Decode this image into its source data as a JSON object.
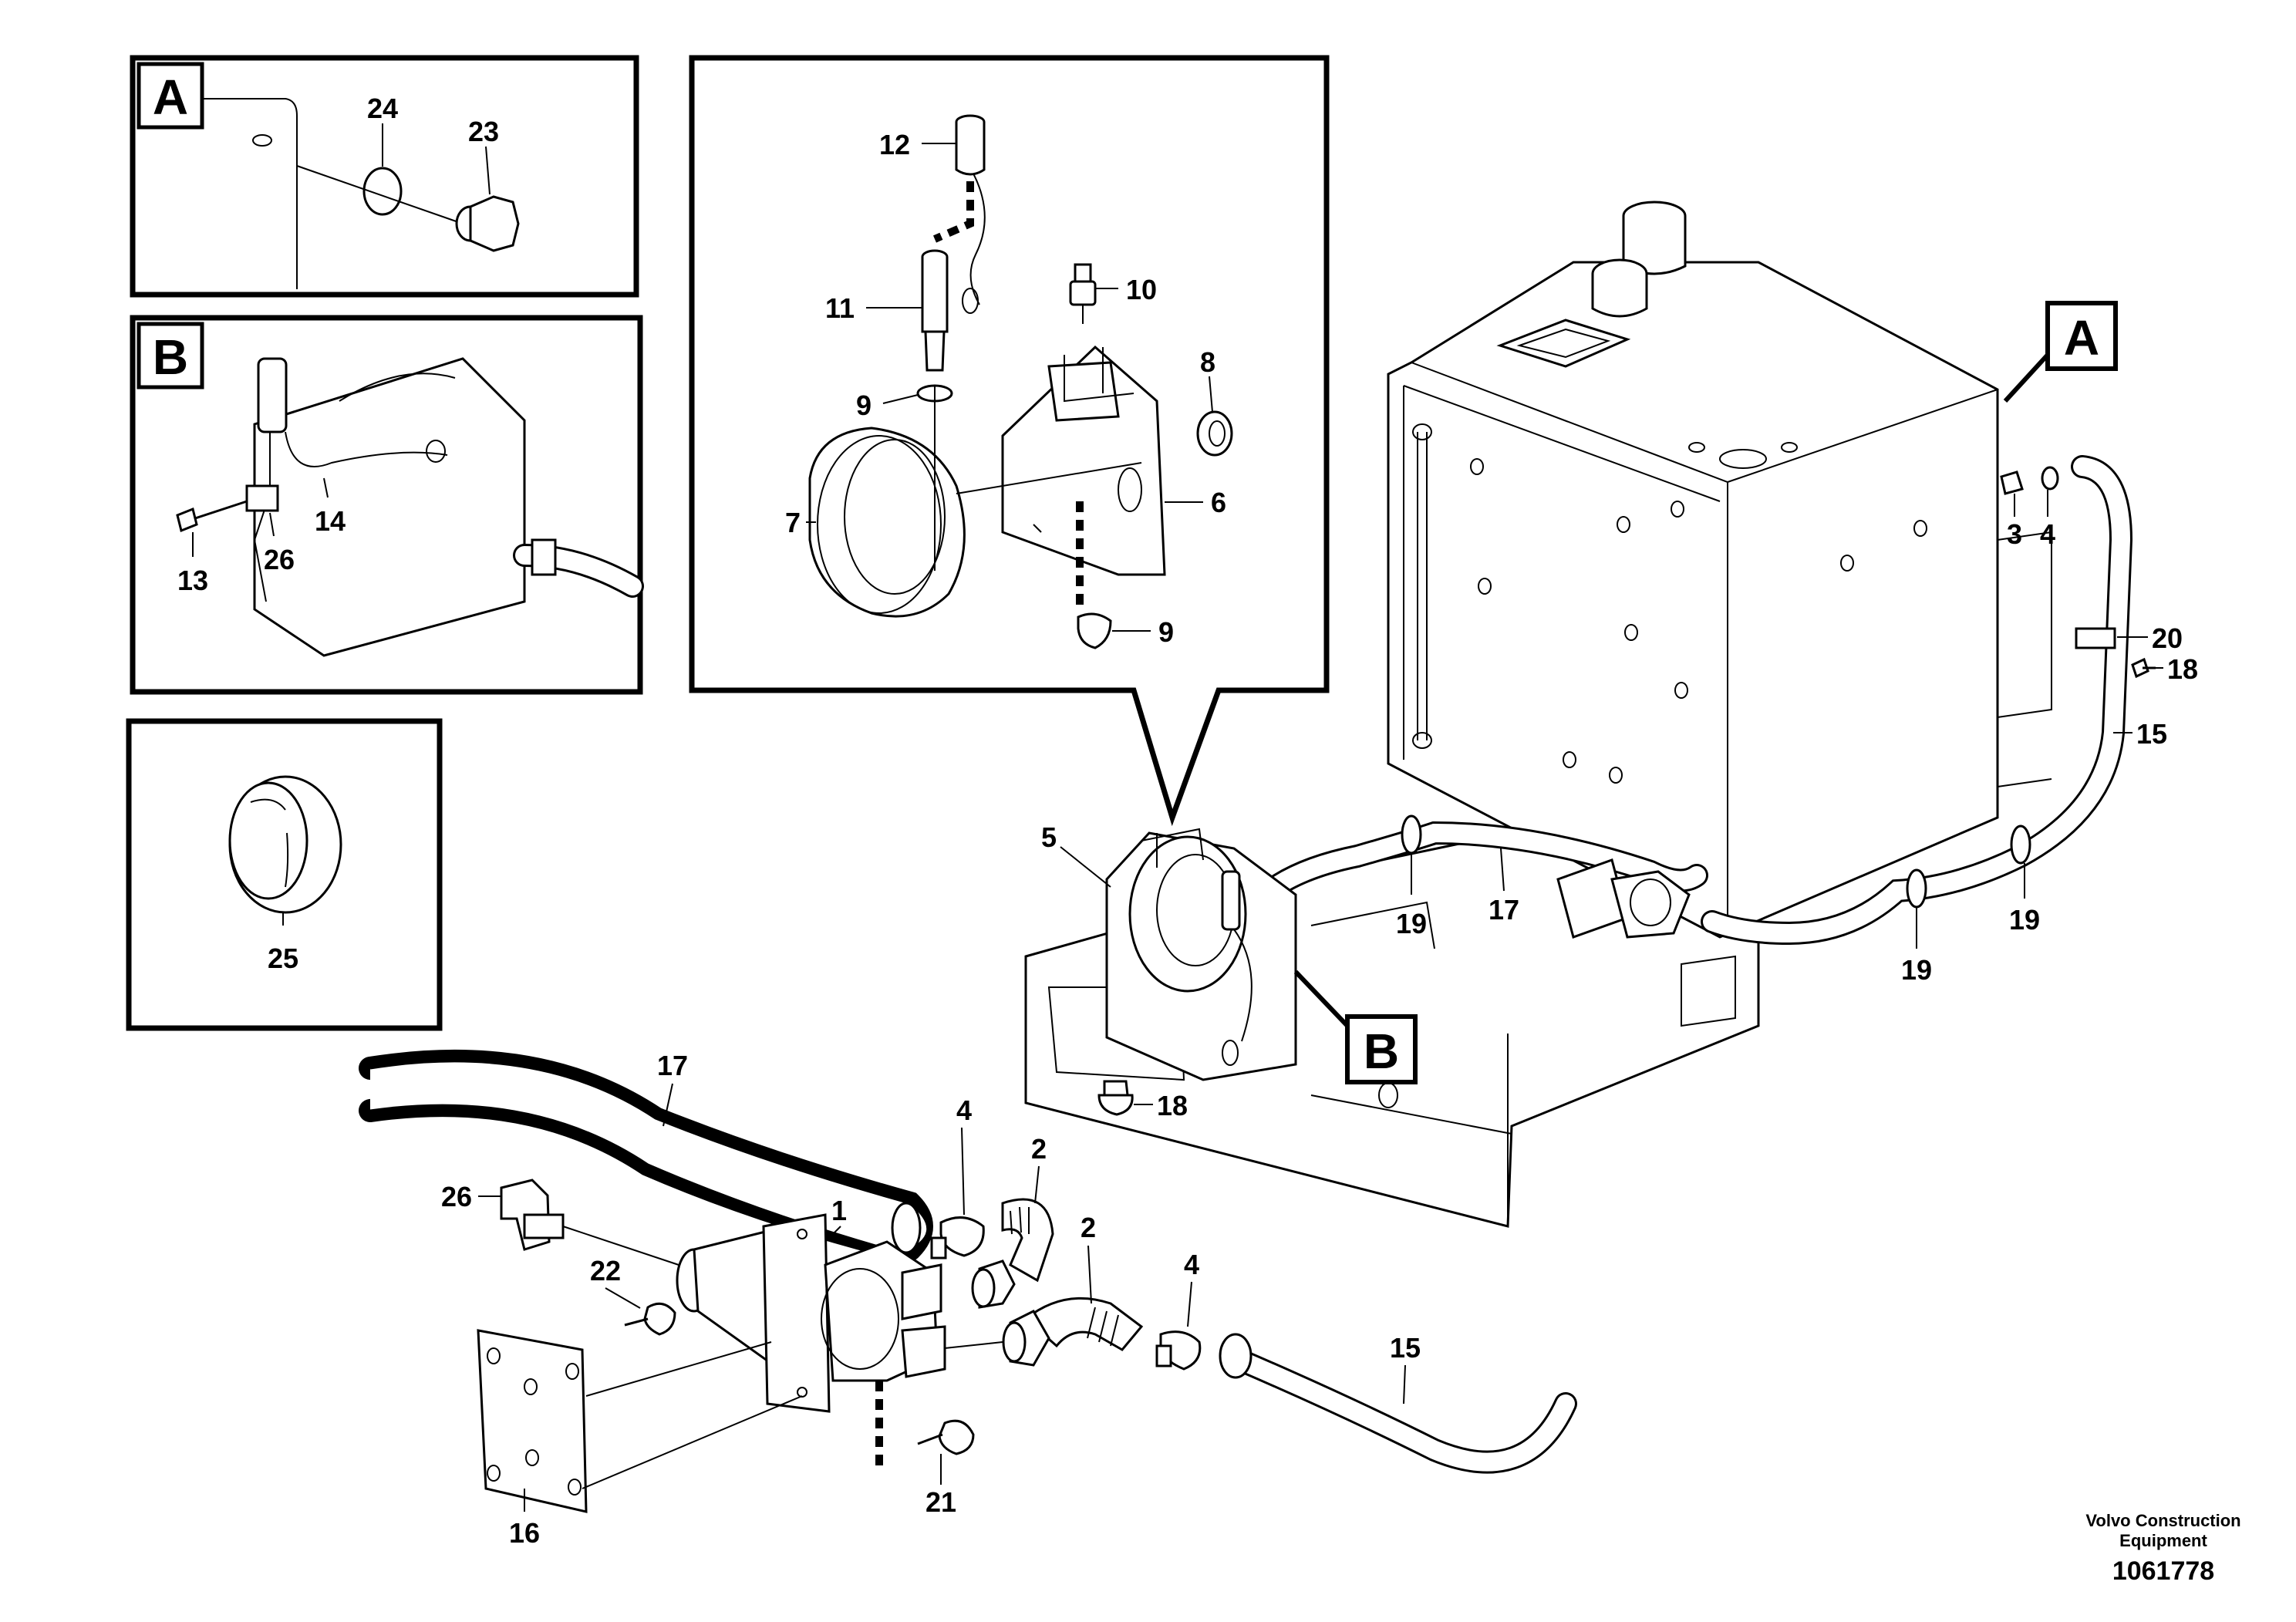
{
  "callouts": {
    "inset_a": {
      "letter": "A",
      "p24": "24",
      "p23": "23"
    },
    "inset_b": {
      "letter": "B",
      "p14": "14",
      "p13": "13",
      "p26": "26"
    },
    "inset_25": {
      "p25": "25"
    },
    "detail": {
      "p12": "12",
      "p11": "11",
      "p10": "10",
      "p9a": "9",
      "p8": "8",
      "p7": "7",
      "p6": "6",
      "p9b": "9"
    },
    "main": {
      "marker_a": "A",
      "marker_b": "B",
      "p3": "3",
      "p4": "4",
      "p20": "20",
      "p18a": "18",
      "p15a": "15",
      "p19a": "19",
      "p19b": "19",
      "p19c": "19",
      "p17a": "17",
      "p5": "5",
      "p18b": "18"
    },
    "lower": {
      "p17": "17",
      "p4a": "4",
      "p2a": "2",
      "p26": "26",
      "p1": "1",
      "p2b": "2",
      "p4b": "4",
      "p22": "22",
      "p15": "15",
      "p21": "21",
      "p16": "16"
    }
  },
  "footer": {
    "company_line1": "Volvo Construction",
    "company_line2": "Equipment",
    "drawing_id": "1061778"
  }
}
